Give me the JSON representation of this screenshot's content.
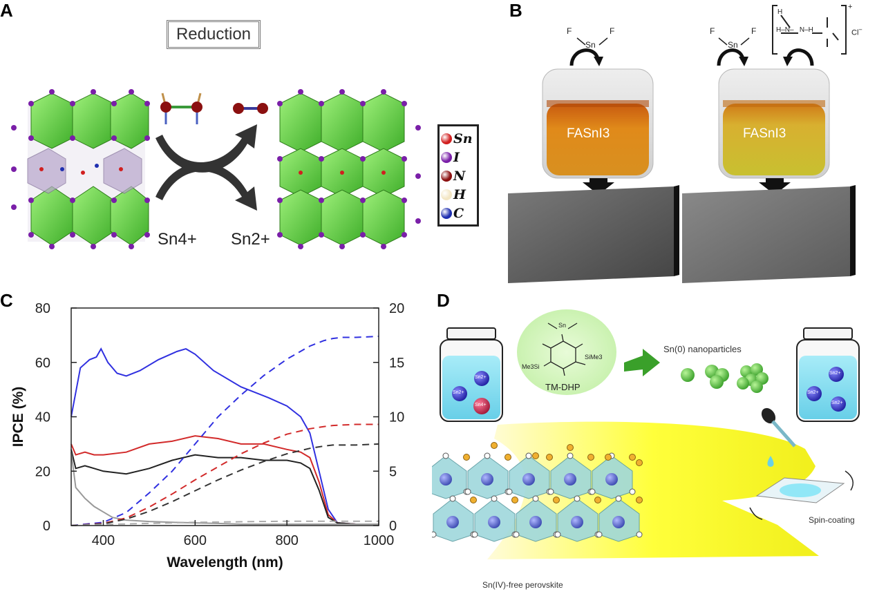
{
  "panels": {
    "A": {
      "letter": "A",
      "title": "Reduction",
      "left_label": "Sn4+",
      "right_label": "Sn2+",
      "legend": [
        "Sn",
        "I",
        "N",
        "H",
        "C"
      ],
      "legend_colors": [
        "#d11f1f",
        "#7a1fa8",
        "#8b1010",
        "#f3e6c4",
        "#1f2fb0"
      ]
    },
    "B": {
      "letter": "B",
      "vial_label": "FASnI3",
      "sn_label": "Sn",
      "f_label": "F",
      "chloride": "Cl",
      "plus": "+",
      "minus": "−"
    },
    "C": {
      "letter": "C"
    },
    "D": {
      "letter": "D",
      "nanoparticles": "Sn(0) nanoparticles",
      "reagent": "TM-DHP",
      "sime3": "SiMe3",
      "me3si": "Me3Si",
      "spin": "Spin-coating",
      "perovskite": "Sn(IV)-free perovskite",
      "sn2": "Sn2+",
      "sn4": "Sn4+"
    }
  },
  "chart_data": {
    "type": "line",
    "xlabel": "Wavelength (nm)",
    "ylabel": "IPCE (%)",
    "xlim": [
      330,
      1000
    ],
    "ylim": [
      0,
      80
    ],
    "y2lim": [
      0,
      20
    ],
    "x_ticks": [
      400,
      600,
      800,
      1000
    ],
    "y_ticks": [
      0,
      20,
      40,
      60,
      80
    ],
    "y2_ticks": [
      0,
      5,
      10,
      15,
      20
    ],
    "series": [
      {
        "color": "#3030e0",
        "dash": false,
        "axis": "left",
        "x": [
          330,
          350,
          370,
          385,
          395,
          410,
          430,
          450,
          480,
          520,
          560,
          580,
          600,
          640,
          700,
          760,
          800,
          830,
          850,
          870,
          890,
          910,
          950,
          1000
        ],
        "y": [
          40,
          58,
          61,
          62,
          65,
          60,
          56,
          55,
          57,
          61,
          64,
          65,
          63,
          57,
          51,
          47,
          44,
          40,
          34,
          20,
          6,
          1,
          0.5,
          0.5
        ]
      },
      {
        "color": "#d22a2a",
        "dash": false,
        "axis": "left",
        "x": [
          330,
          340,
          360,
          380,
          400,
          450,
          500,
          550,
          600,
          650,
          700,
          750,
          800,
          830,
          850,
          870,
          890,
          910,
          950,
          1000
        ],
        "y": [
          30,
          26,
          27,
          26,
          26,
          27,
          30,
          31,
          33,
          32,
          30,
          30,
          28,
          27,
          25,
          16,
          4,
          1,
          0.5,
          0.5
        ]
      },
      {
        "color": "#222222",
        "dash": false,
        "axis": "left",
        "x": [
          330,
          340,
          360,
          380,
          400,
          450,
          500,
          550,
          600,
          650,
          700,
          750,
          800,
          830,
          850,
          870,
          890,
          910,
          950,
          1000
        ],
        "y": [
          28,
          21,
          22,
          21,
          20,
          19,
          21,
          24,
          26,
          25,
          25,
          24,
          24,
          23,
          21,
          13,
          3,
          1,
          0.5,
          0.5
        ]
      },
      {
        "color": "#999999",
        "dash": false,
        "axis": "left",
        "x": [
          330,
          340,
          360,
          380,
          400,
          420,
          450,
          500,
          550,
          600,
          650,
          700,
          800,
          900,
          1000
        ],
        "y": [
          27,
          14,
          10,
          7,
          5,
          3,
          2,
          1.5,
          1.2,
          1,
          0.8,
          0.5,
          0.5,
          0.5,
          0.5
        ]
      },
      {
        "color": "#3030e0",
        "dash": true,
        "axis": "right",
        "x": [
          330,
          400,
          450,
          500,
          550,
          600,
          650,
          700,
          750,
          800,
          850,
          880,
          900,
          920,
          950,
          1000
        ],
        "y": [
          0,
          0.3,
          1.2,
          3,
          5,
          7.5,
          10,
          12,
          13.8,
          15.3,
          16.5,
          17,
          17.2,
          17.3,
          17.3,
          17.4
        ]
      },
      {
        "color": "#d22a2a",
        "dash": true,
        "axis": "right",
        "x": [
          330,
          400,
          450,
          500,
          550,
          600,
          650,
          700,
          750,
          800,
          850,
          880,
          900,
          950,
          1000
        ],
        "y": [
          0,
          0.2,
          0.7,
          1.7,
          2.9,
          4.2,
          5.4,
          6.6,
          7.6,
          8.4,
          8.9,
          9.1,
          9.2,
          9.3,
          9.3
        ]
      },
      {
        "color": "#333333",
        "dash": true,
        "axis": "right",
        "x": [
          330,
          400,
          450,
          500,
          550,
          600,
          650,
          700,
          750,
          800,
          850,
          880,
          900,
          950,
          1000
        ],
        "y": [
          0,
          0.15,
          0.6,
          1.3,
          2.2,
          3.2,
          4.2,
          5.1,
          5.9,
          6.6,
          7.1,
          7.3,
          7.4,
          7.4,
          7.5
        ]
      },
      {
        "color": "#aaaaaa",
        "dash": true,
        "axis": "right",
        "x": [
          330,
          400,
          500,
          600,
          700,
          800,
          900,
          1000
        ],
        "y": [
          0,
          0.1,
          0.2,
          0.3,
          0.35,
          0.4,
          0.4,
          0.4
        ]
      }
    ]
  }
}
